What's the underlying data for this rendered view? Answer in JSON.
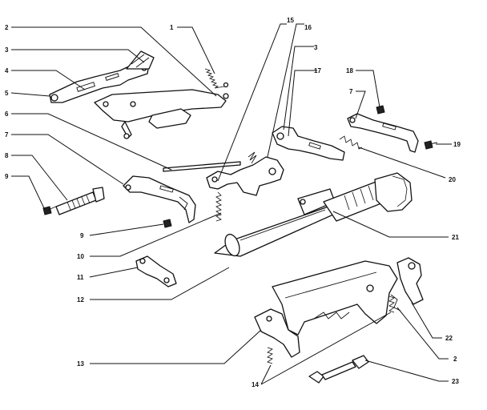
{
  "callouts": [
    {
      "label": "1"
    },
    {
      "label": "2"
    },
    {
      "label": "3"
    },
    {
      "label": "4"
    },
    {
      "label": "5"
    },
    {
      "label": "6"
    },
    {
      "label": "7"
    },
    {
      "label": "8"
    },
    {
      "label": "9"
    },
    {
      "label": "15"
    },
    {
      "label": "16"
    },
    {
      "label": "3"
    },
    {
      "label": "17"
    },
    {
      "label": "18"
    },
    {
      "label": "7"
    },
    {
      "label": "19"
    },
    {
      "label": "20"
    },
    {
      "label": "21"
    },
    {
      "label": "9"
    },
    {
      "label": "10"
    },
    {
      "label": "11"
    },
    {
      "label": "12"
    },
    {
      "label": "13"
    },
    {
      "label": "14"
    },
    {
      "label": "22"
    },
    {
      "label": "2"
    },
    {
      "label": "23"
    }
  ]
}
